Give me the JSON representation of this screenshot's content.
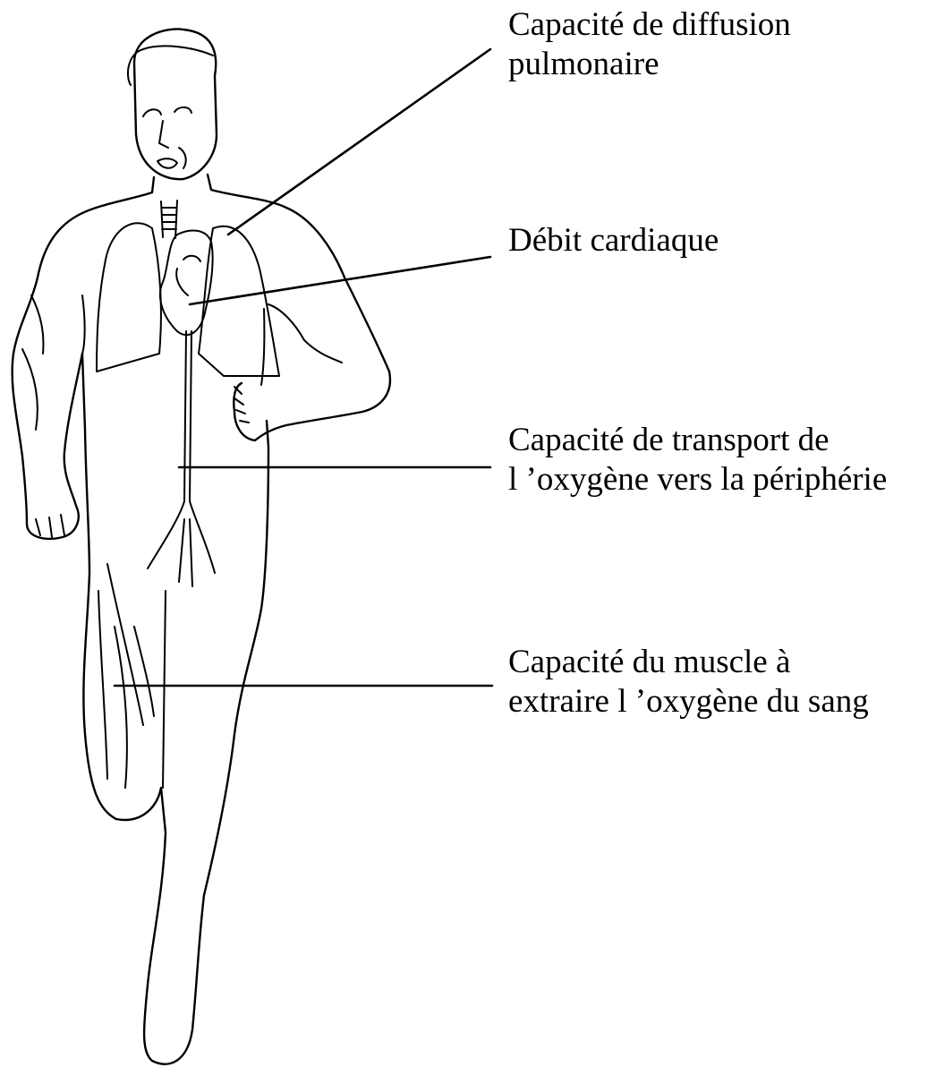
{
  "labels": {
    "pulmonary": {
      "line1": "Capacité de diffusion",
      "line2": "pulmonaire"
    },
    "cardiac": {
      "line1": "Débit cardiaque"
    },
    "transport": {
      "line1": "Capacité de transport de",
      "line2": "l ’oxygène vers la périphérie"
    },
    "muscle": {
      "line1": "Capacité du muscle à",
      "line2": "extraire l ’oxygène du sang"
    }
  },
  "colors": {
    "ink": "#000000",
    "background": "#ffffff"
  }
}
